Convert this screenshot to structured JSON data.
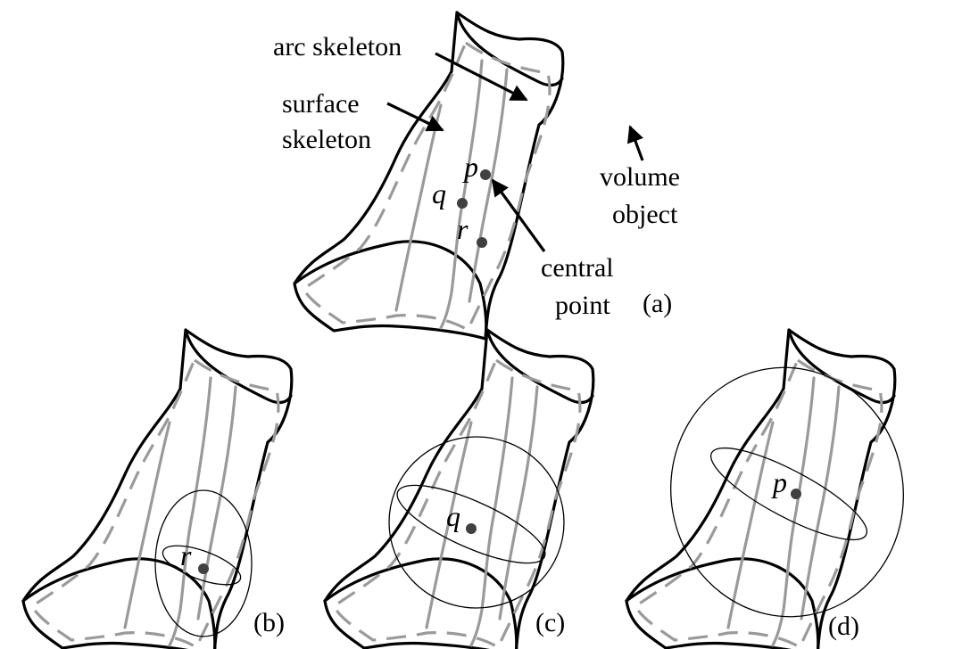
{
  "labels": {
    "arc_skeleton": "arc skeleton",
    "surface_line1": "surface",
    "surface_line2": "skeleton",
    "volume_line1": "volume",
    "volume_line2": "object",
    "central_line1": "central",
    "central_line2": "point"
  },
  "points": {
    "p": "p",
    "q": "q",
    "r": "r"
  },
  "panels": {
    "a": "(a)",
    "b": "(b)",
    "c": "(c)",
    "d": "(d)"
  },
  "colors": {
    "outline": "#000000",
    "skeleton": "#9a9a9a",
    "point": "#404040"
  }
}
